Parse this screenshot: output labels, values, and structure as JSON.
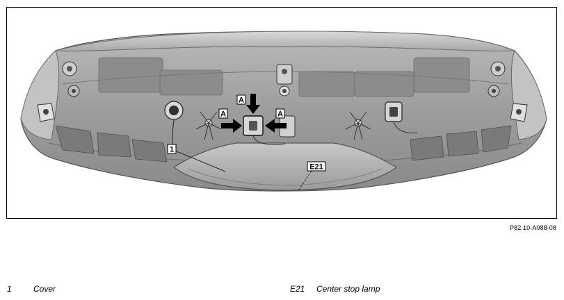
{
  "figure": {
    "callouts": {
      "cover": "1",
      "center_stop_lamp": "E21",
      "arrow_top": "A",
      "arrow_left": "A",
      "arrow_right": "A"
    },
    "figure_reference": "P82.10-A088-08"
  },
  "legend": [
    {
      "number": "1",
      "label": "Cover"
    },
    {
      "number": "E21",
      "label": "Center stop lamp"
    }
  ]
}
